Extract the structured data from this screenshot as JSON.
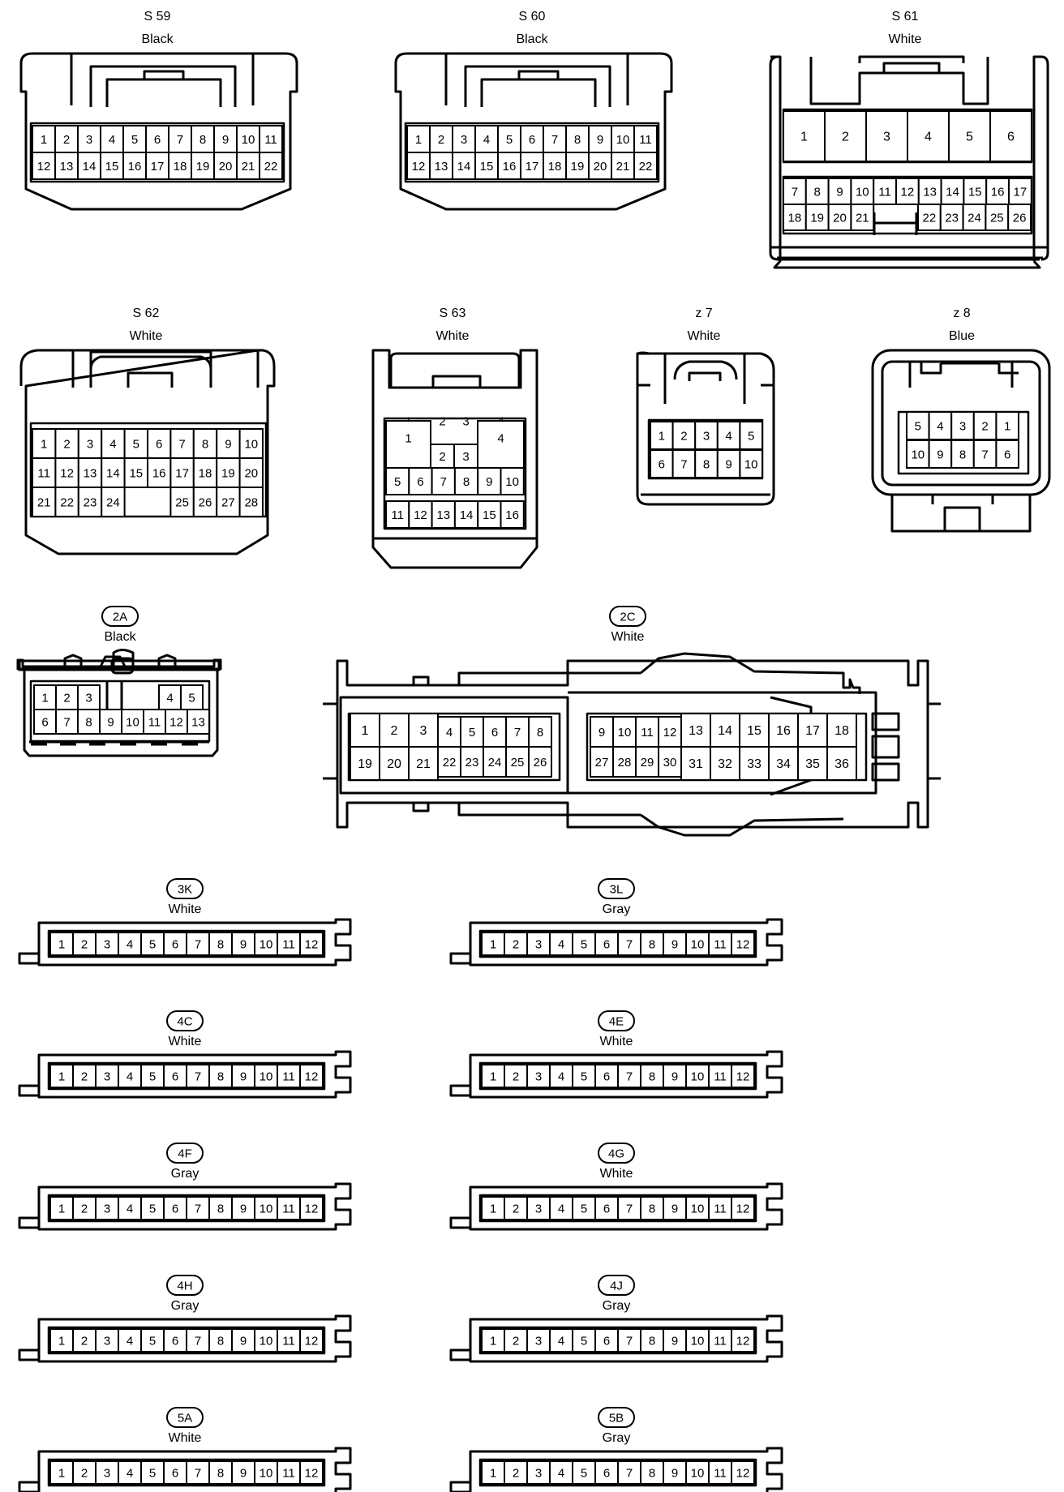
{
  "connectors": {
    "s59": {
      "name": "S 59",
      "color": "Black"
    },
    "s60": {
      "name": "S 60",
      "color": "Black"
    },
    "s61": {
      "name": "S 61",
      "color": "White"
    },
    "s62": {
      "name": "S 62",
      "color": "White"
    },
    "s63": {
      "name": "S 63",
      "color": "White"
    },
    "z7": {
      "name": "z 7",
      "color": "White"
    },
    "z8": {
      "name": "z 8",
      "color": "Blue"
    },
    "c2A": {
      "name": "2A",
      "color": "Black"
    },
    "c2C": {
      "name": "2C",
      "color": "White"
    },
    "c3K": {
      "name": "3K",
      "color": "White"
    },
    "c3L": {
      "name": "3L",
      "color": "Gray"
    },
    "c4C": {
      "name": "4C",
      "color": "White"
    },
    "c4E": {
      "name": "4E",
      "color": "White"
    },
    "c4F": {
      "name": "4F",
      "color": "Gray"
    },
    "c4G": {
      "name": "4G",
      "color": "White"
    },
    "c4H": {
      "name": "4H",
      "color": "Gray"
    },
    "c4J": {
      "name": "4J",
      "color": "Gray"
    },
    "c5A": {
      "name": "5A",
      "color": "White"
    },
    "c5B": {
      "name": "5B",
      "color": "Gray"
    }
  },
  "pins": {
    "s59_row1": [
      "1",
      "2",
      "3",
      "4",
      "5",
      "6",
      "7",
      "8",
      "9",
      "10",
      "11"
    ],
    "s59_row2": [
      "12",
      "13",
      "14",
      "15",
      "16",
      "17",
      "18",
      "19",
      "20",
      "21",
      "22"
    ],
    "s61_big": [
      "1",
      "2",
      "3",
      "4",
      "5",
      "6"
    ],
    "s61_row2": [
      "7",
      "8",
      "9",
      "10",
      "11",
      "12",
      "13",
      "14",
      "15",
      "16",
      "17"
    ],
    "s61_row3a": [
      "18",
      "19",
      "20",
      "21"
    ],
    "s61_row3b": [
      "22",
      "23",
      "24",
      "25",
      "26"
    ],
    "s62_row1": [
      "1",
      "2",
      "3",
      "4",
      "5",
      "6",
      "7",
      "8",
      "9",
      "10"
    ],
    "s62_row2": [
      "11",
      "12",
      "13",
      "14",
      "15",
      "16",
      "17",
      "18",
      "19",
      "20"
    ],
    "s62_row3a": [
      "21",
      "22",
      "23",
      "24"
    ],
    "s62_row3b": [
      "25",
      "26",
      "27",
      "28"
    ],
    "s63_top": [
      "1",
      "2",
      "3",
      "4"
    ],
    "s63_row2": [
      "5",
      "6",
      "7",
      "8",
      "9",
      "10"
    ],
    "s63_row3": [
      "11",
      "12",
      "13",
      "14",
      "15",
      "16"
    ],
    "z7_row1": [
      "1",
      "2",
      "3",
      "4",
      "5"
    ],
    "z7_row2": [
      "6",
      "7",
      "8",
      "9",
      "10"
    ],
    "z8_row1": [
      "5",
      "4",
      "3",
      "2",
      "1"
    ],
    "z8_row2": [
      "10",
      "9",
      "8",
      "7",
      "6"
    ],
    "c2A_row1a": [
      "1",
      "2",
      "3"
    ],
    "c2A_row1b": [
      "4",
      "5"
    ],
    "c2A_row2": [
      "6",
      "7",
      "8",
      "9",
      "10",
      "11",
      "12",
      "13"
    ],
    "c2C_big_l_top": [
      "1",
      "2",
      "3"
    ],
    "c2C_big_l_bot": [
      "19",
      "20",
      "21"
    ],
    "c2C_small_l_top": [
      "4",
      "5",
      "6",
      "7",
      "8"
    ],
    "c2C_small_l_bot": [
      "22",
      "23",
      "24",
      "25",
      "26"
    ],
    "c2C_small_r_top": [
      "9",
      "10",
      "11",
      "12"
    ],
    "c2C_small_r_bot": [
      "27",
      "28",
      "29",
      "30"
    ],
    "c2C_big_r_top": [
      "13",
      "14",
      "15",
      "16",
      "17",
      "18"
    ],
    "c2C_big_r_bot": [
      "31",
      "32",
      "33",
      "34",
      "35",
      "36"
    ],
    "strip12": [
      "1",
      "2",
      "3",
      "4",
      "5",
      "6",
      "7",
      "8",
      "9",
      "10",
      "11",
      "12"
    ]
  }
}
